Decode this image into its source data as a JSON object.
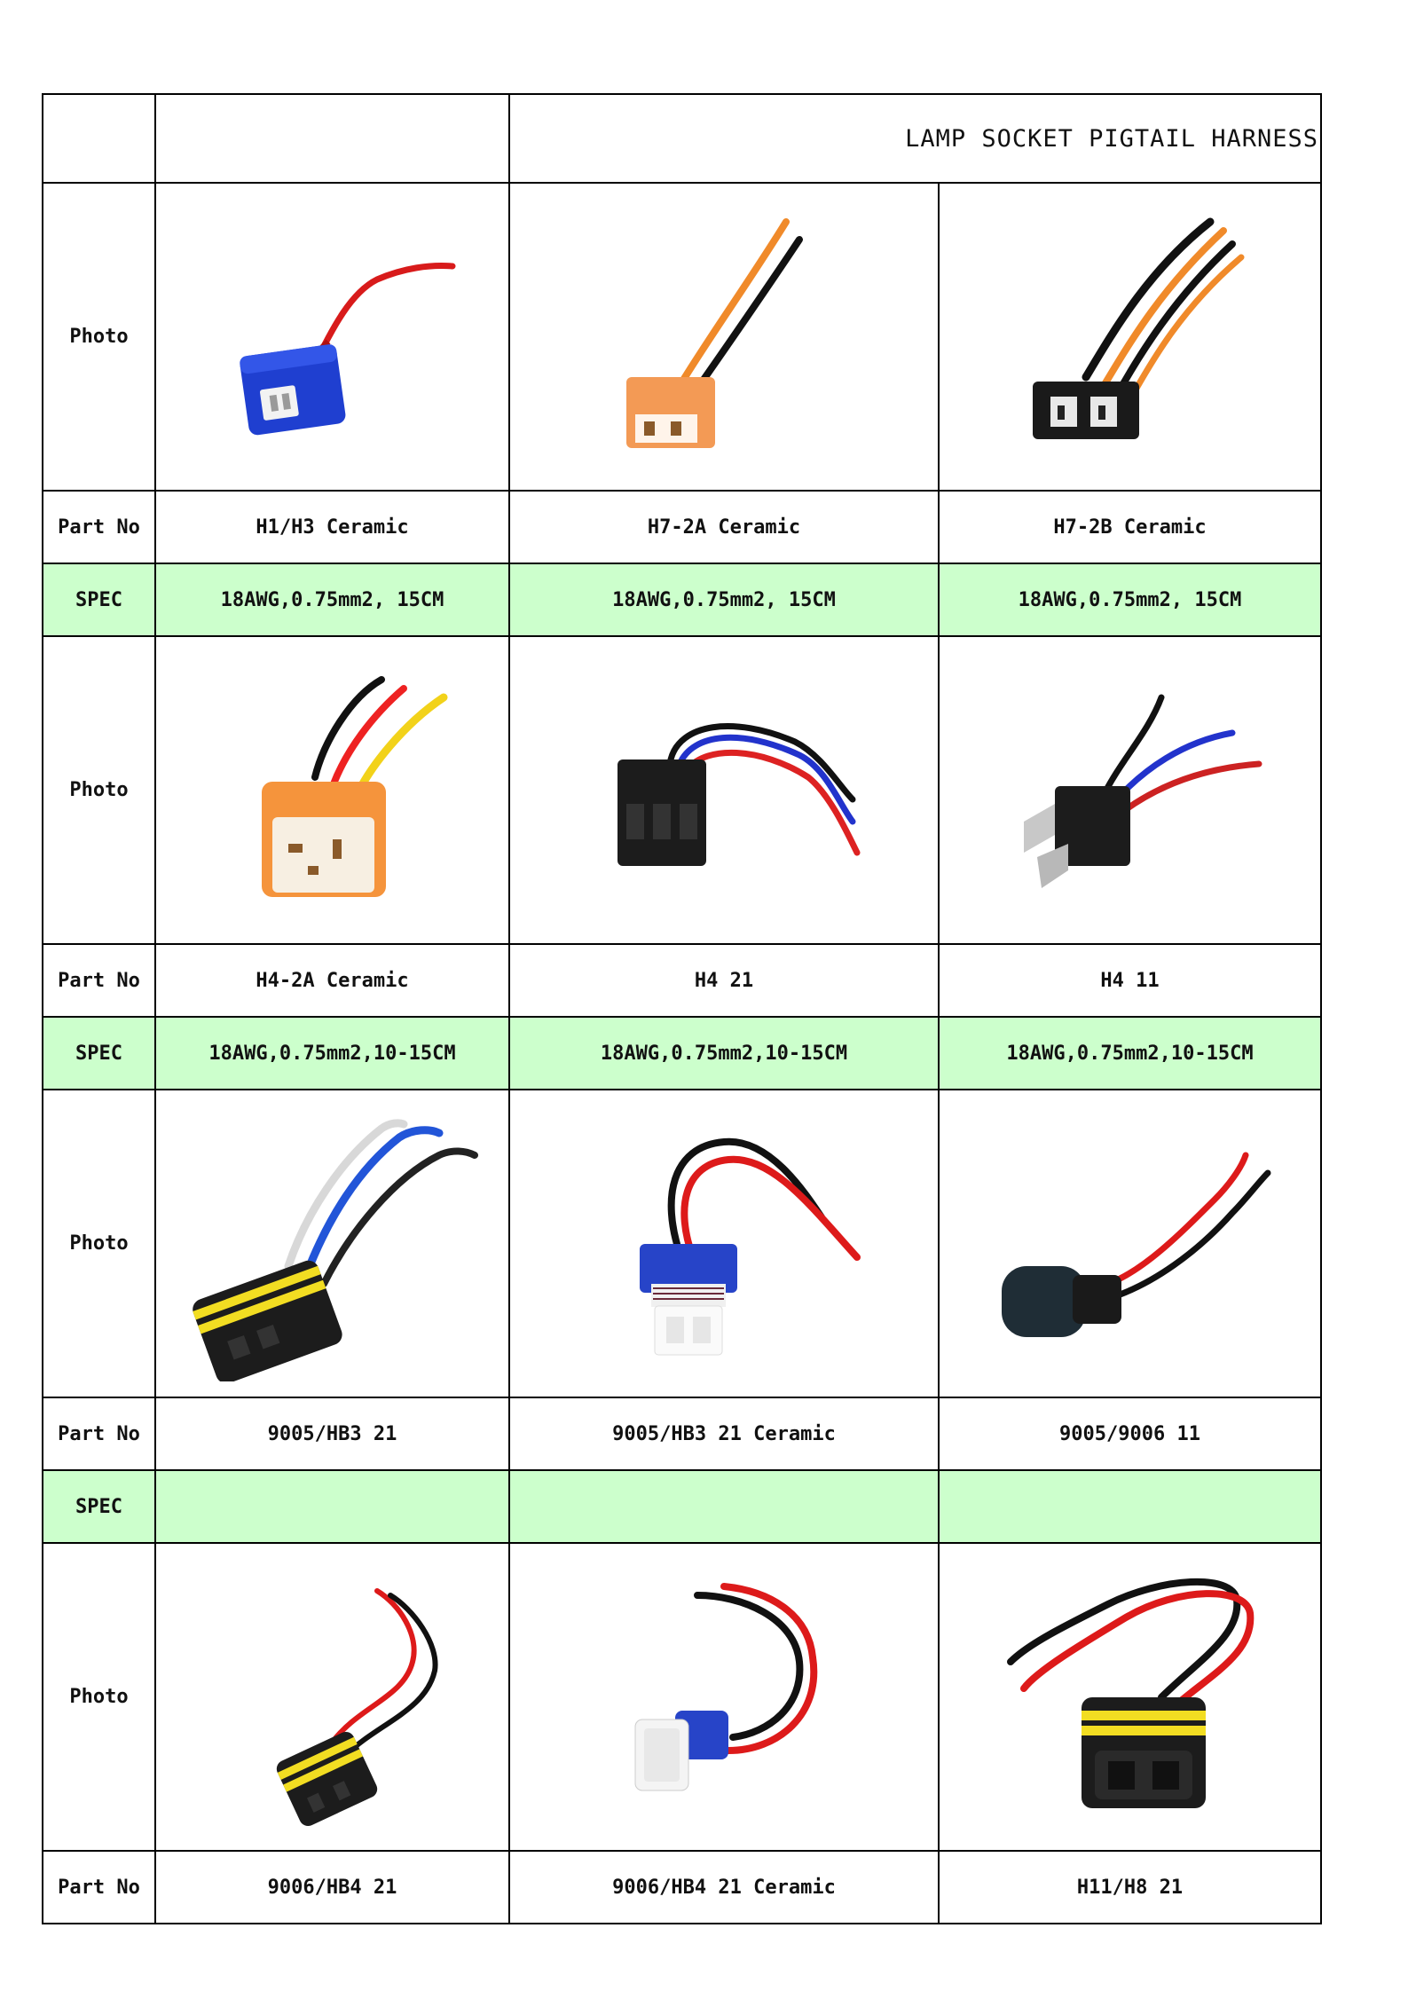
{
  "title": "LAMP SOCKET PIGTAIL HARNESS",
  "labels": {
    "photo": "Photo",
    "part_no": "Part No",
    "spec": "SPEC"
  },
  "groups": [
    {
      "items": [
        {
          "part_no": "H1/H3 Ceramic",
          "spec": "18AWG,0.75mm2, 15CM",
          "photo_icon": "blue-ceramic-socket-single-red-wire"
        },
        {
          "part_no": "H7-2A Ceramic",
          "spec": "18AWG,0.75mm2, 15CM",
          "photo_icon": "orange-ceramic-socket-orange-black-wires"
        },
        {
          "part_no": "H7-2B Ceramic",
          "spec": "18AWG,0.75mm2, 15CM",
          "photo_icon": "black-socket-orange-black-wires"
        }
      ]
    },
    {
      "items": [
        {
          "part_no": "H4-2A Ceramic",
          "spec": "18AWG,0.75mm2,10-15CM",
          "photo_icon": "orange-ceramic-socket-three-wires"
        },
        {
          "part_no": "H4 21",
          "spec": "18AWG,0.75mm2,10-15CM",
          "photo_icon": "black-socket-three-wires"
        },
        {
          "part_no": "H4 11",
          "spec": "18AWG,0.75mm2,10-15CM",
          "photo_icon": "black-plug-three-wires"
        }
      ]
    },
    {
      "items": [
        {
          "part_no": "9005/HB3 21",
          "spec": "",
          "photo_icon": "black-socket-yellow-seal-blue-black-wires"
        },
        {
          "part_no": "9005/HB3 21 Ceramic",
          "spec": "",
          "photo_icon": "blue-white-ceramic-socket-red-black-wires"
        },
        {
          "part_no": "9005/9006 11",
          "spec": "",
          "photo_icon": "black-plug-red-black-wires"
        }
      ]
    },
    {
      "items": [
        {
          "part_no": "9006/HB4 21",
          "spec": null,
          "photo_icon": "black-socket-yellow-seal-red-black-wires"
        },
        {
          "part_no": "9006/HB4 21 Ceramic",
          "spec": null,
          "photo_icon": "white-blue-ceramic-socket-red-black-wires"
        },
        {
          "part_no": "H11/H8 21",
          "spec": null,
          "photo_icon": "black-socket-yellow-seal-red-black-wires-large"
        }
      ]
    }
  ]
}
